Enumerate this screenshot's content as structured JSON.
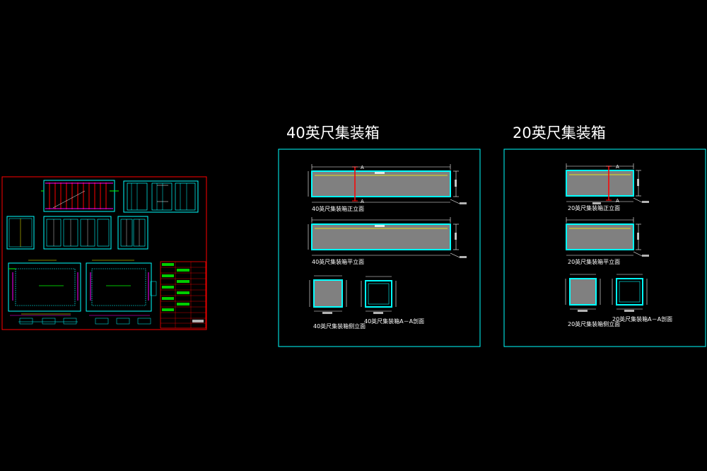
{
  "drawing": {
    "background": "#000000",
    "colors": {
      "frame": "#00ffff",
      "red": "#ff0000",
      "gray_fill": "#808080",
      "yellow": "#ffff00",
      "green": "#00ff00",
      "white": "#ffffff",
      "magenta": "#ff00ff"
    }
  },
  "container_40": {
    "title": "40英尺集装箱",
    "section_letter": "A",
    "captions": {
      "elevation": "40英尺集装箱正立面",
      "plan": "40英尺集装箱平立面",
      "side": "40英尺集装箱侧立面",
      "section": "40英尺集装箱A－A剖面"
    }
  },
  "container_20": {
    "title": "20英尺集装箱",
    "section_letter": "A",
    "captions": {
      "elevation": "20英尺集装箱正立面",
      "plan": "20英尺集装箱平立面",
      "side": "20英尺集装箱侧立面",
      "section": "20英尺集装箱A－A剖面"
    }
  }
}
